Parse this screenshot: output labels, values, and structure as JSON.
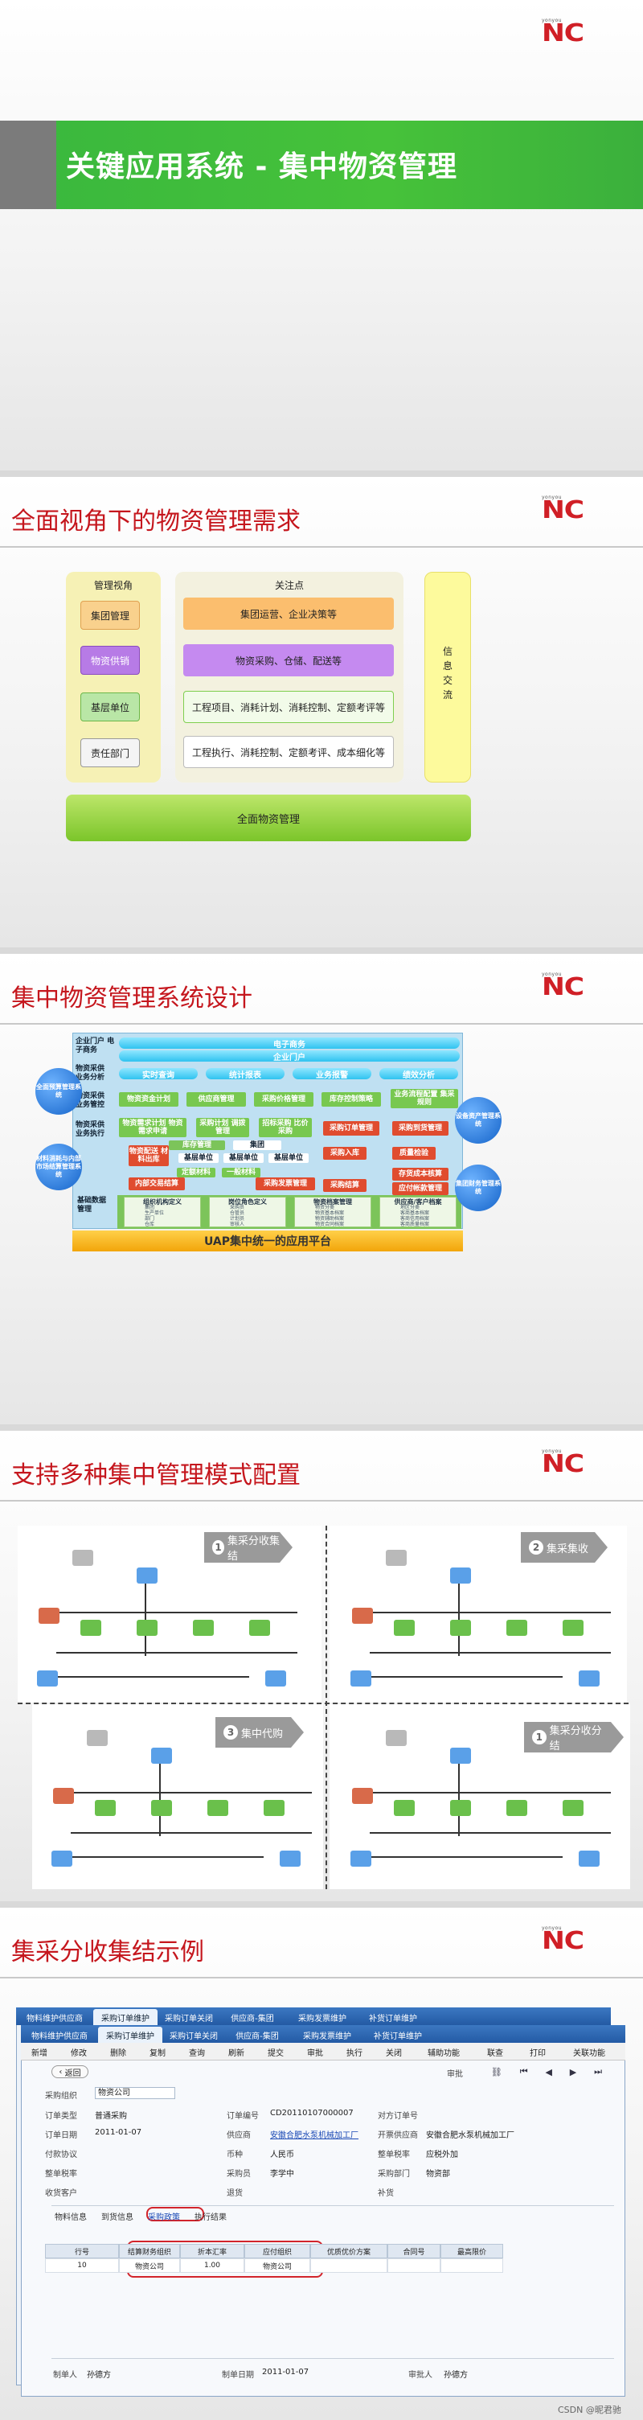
{
  "brand": {
    "sub": "yonyou",
    "mark": "NC"
  },
  "slide1": {
    "title": "关键应用系统 - 集中物资管理"
  },
  "slide2": {
    "title": "全面视角下的物资管理需求",
    "left_header": "管理视角",
    "perspectives": [
      "集团管理",
      "物资供销",
      "基层单位",
      "责任部门"
    ],
    "focus_header": "关注点",
    "focus": [
      "集团运营、企业决策等",
      "物资采购、仓储、配送等",
      "工程项目、消耗计划、消耗控制、定额考评等",
      "工程执行、消耗控制、定额考评、成本细化等"
    ],
    "right_label": "信息交流",
    "bottom": "全面物资管理"
  },
  "slide3": {
    "title": "集中物资管理系统设计",
    "rows": {
      "r1": "企业门户 电子商务",
      "r2": "物资采供 业务分析",
      "r3": "物资采供 业务管控",
      "r4": "物资采供 业务执行",
      "r5": "基础数据 管理"
    },
    "top_bars": [
      "电子商务",
      "企业门户"
    ],
    "analysis": [
      "实时查询",
      "统计报表",
      "业务报警",
      "绩效分析"
    ],
    "control": [
      "物资资金计划",
      "供应商管理",
      "采购价格管理",
      "库存控制策略",
      "业务流程配置 集采规则"
    ],
    "exec_green": [
      "物资需求计划 物资需求申请",
      "采购计划 调拨管理",
      "招标采购 比价采购",
      "采购订单管理",
      "采购到货管理"
    ],
    "inventory": [
      "库存管理",
      "集团",
      "基层单位",
      "基层单位",
      "基层单位"
    ],
    "exec2": [
      "物资配送 材料出库",
      "定额材料",
      "一般材料",
      "采购入库",
      "质量检验"
    ],
    "exec3": [
      "内部交易结算",
      "采购发票管理",
      "采购结算",
      "存货成本核算",
      "应付帐款管理"
    ],
    "circles": [
      "全面预算管理系统",
      "材料消耗与内部市场结算管理系统",
      "设备资产管理系统",
      "集团财务管理系统"
    ],
    "basic": [
      {
        "head": "组织机构定义",
        "items": [
          "集团",
          "生产单位",
          "部门",
          "仓库"
        ]
      },
      {
        "head": "岗位角色定义",
        "items": [
          "采购员",
          "仓管员",
          "计划员",
          "审核人"
        ]
      },
      {
        "head": "物资档案管理",
        "items": [
          "物资分类",
          "物资基本档案",
          "物资辅助档案",
          "物资合同档案"
        ]
      },
      {
        "head": "供应商/客户档案",
        "items": [
          "地区分类",
          "客商基本档案",
          "客商信用档案",
          "客商质量档案"
        ]
      }
    ],
    "platform": "UAP集中统一的应用平台"
  },
  "slide4": {
    "title": "支持多种集中管理模式配置",
    "quads": [
      {
        "num": "1",
        "label": "集采分收集结"
      },
      {
        "num": "2",
        "label": "集采集收"
      },
      {
        "num": "3",
        "label": "集中代购"
      },
      {
        "num": "1",
        "label": "集采分收分结"
      }
    ]
  },
  "slide5": {
    "title": "集采分收集结示例",
    "tabs1": [
      "物料维护供应商",
      "采购订单维护",
      "采购订单关闭",
      "供应商-集团",
      "采购发票维护",
      "补货订单维护"
    ],
    "tabs2": [
      "物料维护供应商",
      "采购订单维护",
      "采购订单关闭",
      "供应商-集团",
      "采购发票维护",
      "补货订单维护"
    ],
    "toolbar": [
      "新增",
      "修改",
      "删除",
      "复制",
      "查询",
      "刷新",
      "提交",
      "审批",
      "执行",
      "关闭",
      "辅助功能",
      "联查",
      "打印",
      "关联功能"
    ],
    "back": "返回",
    "audit": "审批",
    "org_label": "采购组织",
    "org_value": "物资公司",
    "fields": [
      {
        "label": "订单类型",
        "value": "普通采购"
      },
      {
        "label": "订单编号",
        "value": "CD20110107000007"
      },
      {
        "label": "对方订单号",
        "value": ""
      },
      {
        "label": "订单日期",
        "value": "2011-01-07"
      },
      {
        "label": "供应商",
        "value": "安徽合肥水泵机械加工厂",
        "link": true
      },
      {
        "label": "开票供应商",
        "value": "安徽合肥水泵机械加工厂"
      },
      {
        "label": "付款协议",
        "value": ""
      },
      {
        "label": "币种",
        "value": "人民币"
      },
      {
        "label": "整单税率",
        "value": "应税外加"
      },
      {
        "label": "整单税率",
        "value": ""
      },
      {
        "label": "采购员",
        "value": "李学中"
      },
      {
        "label": "采购部门",
        "value": "物资部"
      },
      {
        "label": "收货客户",
        "value": ""
      },
      {
        "label": "退货",
        "value": ""
      },
      {
        "label": "补货",
        "value": ""
      }
    ],
    "subtabs": [
      "物料信息",
      "到货信息",
      "采购政策",
      "执行结果"
    ],
    "grid_head": [
      "行号",
      "结算财务组织",
      "折本汇率",
      "应付组织",
      "优质优价方案",
      "合同号",
      "最高限价"
    ],
    "grid_row": [
      "10",
      "物资公司",
      "1.00",
      "物资公司",
      "",
      "",
      ""
    ],
    "footer": [
      {
        "label": "制单人",
        "value": "孙德方"
      },
      {
        "label": "制单日期",
        "value": "2011-01-07"
      },
      {
        "label": "审批人",
        "value": "孙德方"
      }
    ],
    "status": "CSDN @昵君驰"
  }
}
